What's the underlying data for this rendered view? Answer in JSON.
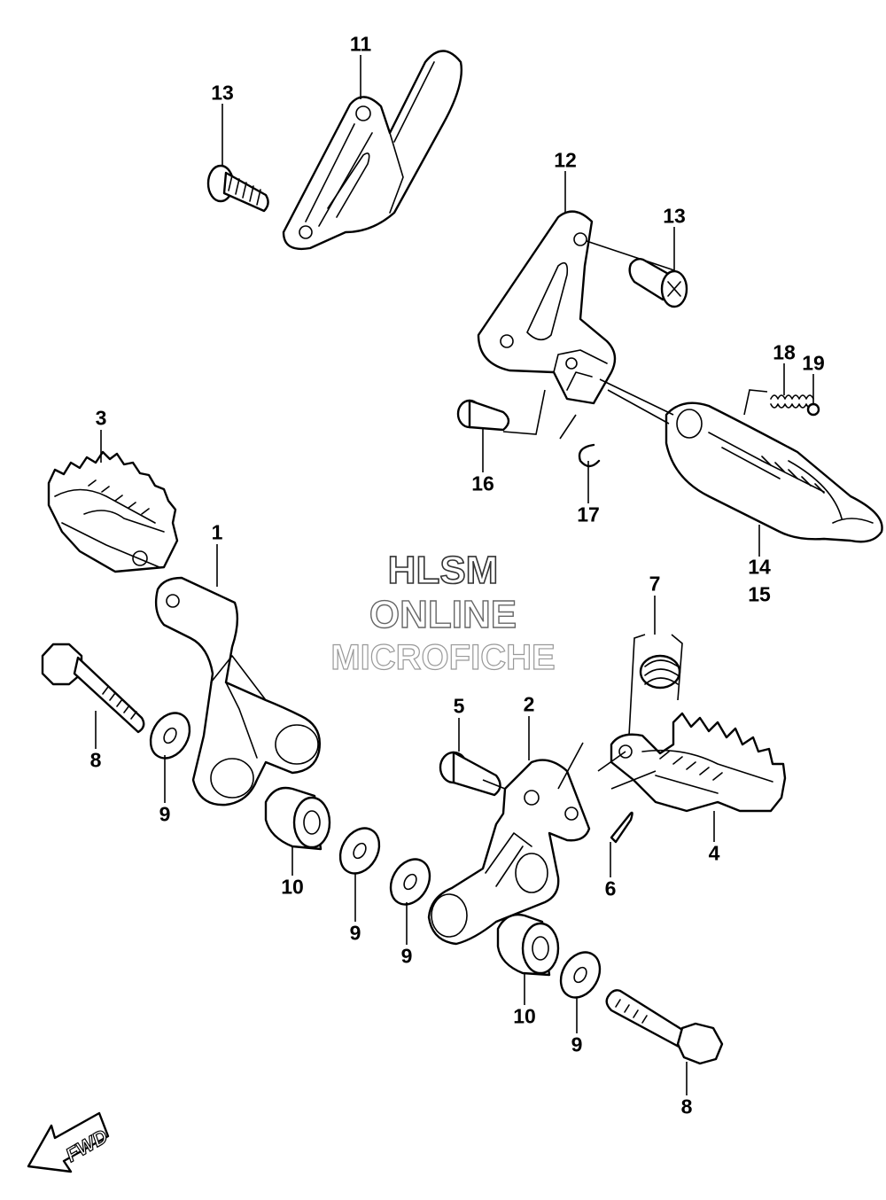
{
  "watermark": {
    "line1": "HLSM",
    "line2": "ONLINE",
    "line3": "MICROFICHE"
  },
  "direction_label": "FWD",
  "callouts": [
    {
      "id": "c11",
      "label": "11"
    },
    {
      "id": "c13a",
      "label": "13"
    },
    {
      "id": "c12",
      "label": "12"
    },
    {
      "id": "c13b",
      "label": "13"
    },
    {
      "id": "c18",
      "label": "18"
    },
    {
      "id": "c19",
      "label": "19"
    },
    {
      "id": "c16",
      "label": "16"
    },
    {
      "id": "c17",
      "label": "17"
    },
    {
      "id": "c14",
      "label": "14"
    },
    {
      "id": "c15",
      "label": "15"
    },
    {
      "id": "c3",
      "label": "3"
    },
    {
      "id": "c1",
      "label": "1"
    },
    {
      "id": "c8a",
      "label": "8"
    },
    {
      "id": "c9a",
      "label": "9"
    },
    {
      "id": "c10a",
      "label": "10"
    },
    {
      "id": "c9b",
      "label": "9"
    },
    {
      "id": "c7",
      "label": "7"
    },
    {
      "id": "c5",
      "label": "5"
    },
    {
      "id": "c2",
      "label": "2"
    },
    {
      "id": "c4",
      "label": "4"
    },
    {
      "id": "c6",
      "label": "6"
    },
    {
      "id": "c9c",
      "label": "9"
    },
    {
      "id": "c10b",
      "label": "10"
    },
    {
      "id": "c9d",
      "label": "9"
    },
    {
      "id": "c8b",
      "label": "8"
    }
  ]
}
